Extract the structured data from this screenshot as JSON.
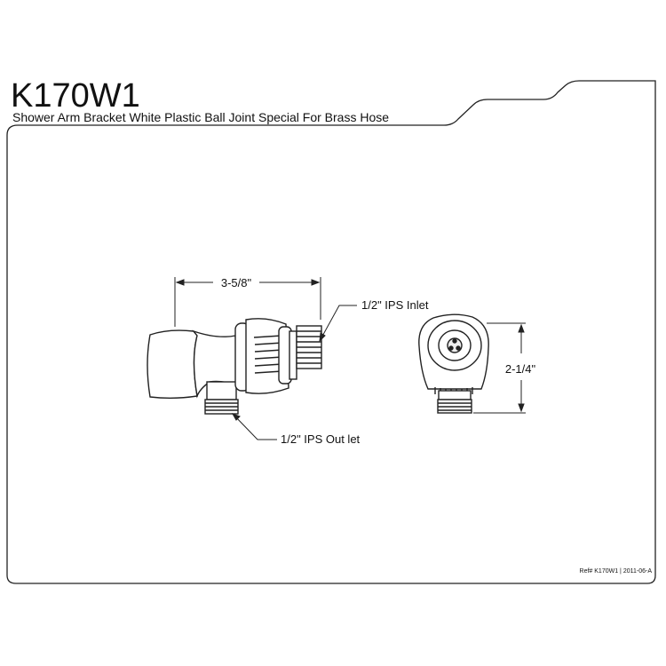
{
  "header": {
    "model": "K170W1",
    "description": "Shower Arm Bracket White Plastic Ball Joint Special For Brass Hose"
  },
  "dimensions": {
    "width_label": "3-5/8\"",
    "height_label": "2-1/4\""
  },
  "callouts": {
    "inlet": "1/2\" IPS Inlet",
    "outlet": "1/2\" IPS Out let"
  },
  "footer": {
    "reference": "Ref# K170W1 | 2011-06-A"
  }
}
